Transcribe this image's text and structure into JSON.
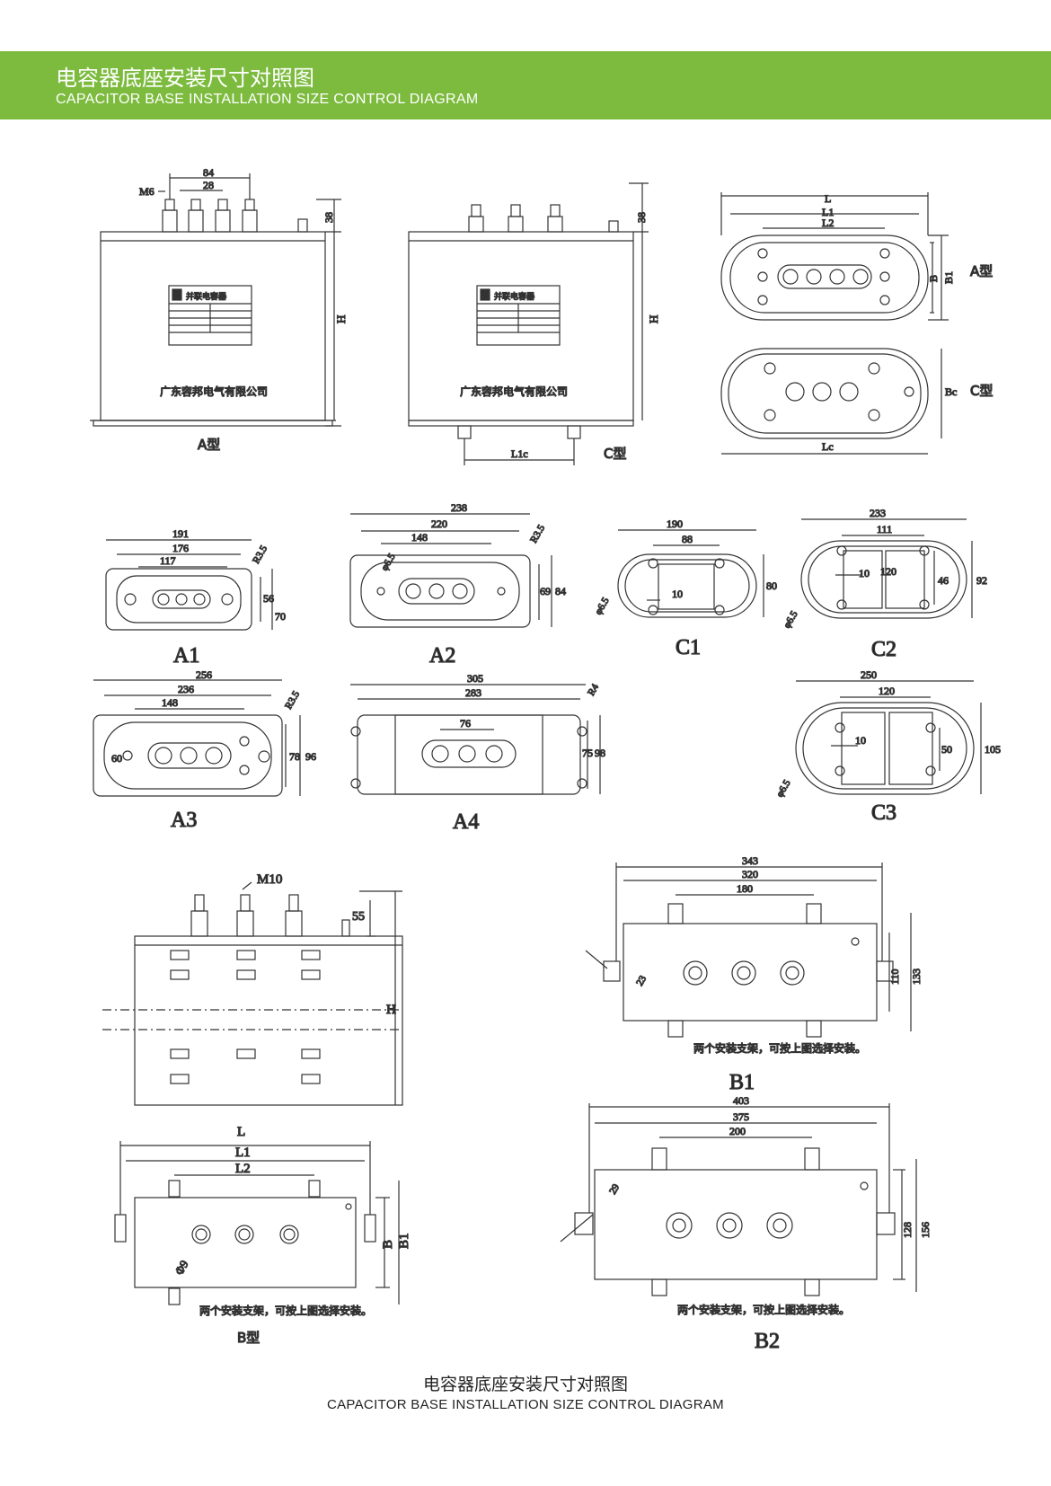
{
  "header": {
    "title_cn": "电容器底座安装尺寸对照图",
    "title_en": "CAPACITOR BASE INSTALLATION SIZE CONTROL DIAGRAM"
  },
  "top_section": {
    "a_front": {
      "m6": "M6",
      "d84": "84",
      "d28": "28",
      "d38": "38",
      "h": "H",
      "brand": "广东容邦电气有限公司",
      "plate_title": "并联电容器",
      "type": "A型"
    },
    "c_front": {
      "d38": "38",
      "h": "H",
      "brand": "广东容邦电气有限公司",
      "plate_title": "并联电容器",
      "l1c": "L1c",
      "type": "C型"
    },
    "top_views": {
      "l": "L",
      "l1": "L1",
      "l2": "L2",
      "b": "B",
      "b1": "B1",
      "a_type": "A型",
      "bc": "Bc",
      "c_type": "C型",
      "lc": "Lc"
    }
  },
  "mid_section": {
    "a1": {
      "label": "A1",
      "d191": "191",
      "d176": "176",
      "d117": "117",
      "r": "R3.5",
      "d56": "56",
      "d70": "70"
    },
    "a2": {
      "label": "A2",
      "d238": "238",
      "d220": "220",
      "d148": "148",
      "r": "R3.5",
      "phi": "φ6.5",
      "d69": "69",
      "d84": "84"
    },
    "c1": {
      "label": "C1",
      "d190": "190",
      "d88": "88",
      "d80": "80",
      "d10": "10",
      "phi": "φ6.5"
    },
    "c2": {
      "label": "C2",
      "d233": "233",
      "d111": "111",
      "d120": "120",
      "d10": "10",
      "d46": "46",
      "d92": "92",
      "phi": "φ6.5"
    },
    "a3": {
      "label": "A3",
      "d256": "256",
      "d236": "236",
      "d148": "148",
      "r": "R3.5",
      "d60": "60",
      "d78": "78",
      "d96": "96"
    },
    "a4": {
      "label": "A4",
      "d305": "305",
      "d283": "283",
      "d76": "76",
      "r": "R4",
      "d75": "75",
      "d98": "98"
    },
    "c3": {
      "label": "C3",
      "d250": "250",
      "d120": "120",
      "d10": "10",
      "d50": "50",
      "d105": "105",
      "phi": "φ6.5"
    }
  },
  "bottom_section": {
    "b_front": {
      "m10": "M10",
      "d55": "55",
      "h": "H"
    },
    "b_top": {
      "l": "L",
      "l1": "L1",
      "l2": "L2",
      "b": "B",
      "b1": "B1",
      "phi": "Φ9",
      "note": "两个安装支架，可按上图选择安装。",
      "type": "B型"
    },
    "b1": {
      "label": "B1",
      "d343": "343",
      "d320": "320",
      "d180": "180",
      "d110": "110",
      "d133": "133",
      "d23": "23",
      "note": "两个安装支架，可按上图选择安装。"
    },
    "b2": {
      "label": "B2",
      "d403": "403",
      "d375": "375",
      "d200": "200",
      "d128": "128",
      "d156": "156",
      "d29": "29",
      "note": "两个安装支架，可按上图选择安装。"
    }
  },
  "footer": {
    "title_cn": "电容器底座安装尺寸对照图",
    "title_en": "CAPACITOR BASE INSTALLATION SIZE CONTROL DIAGRAM"
  },
  "colors": {
    "banner": "#7dbb3f",
    "line": "#333333"
  }
}
